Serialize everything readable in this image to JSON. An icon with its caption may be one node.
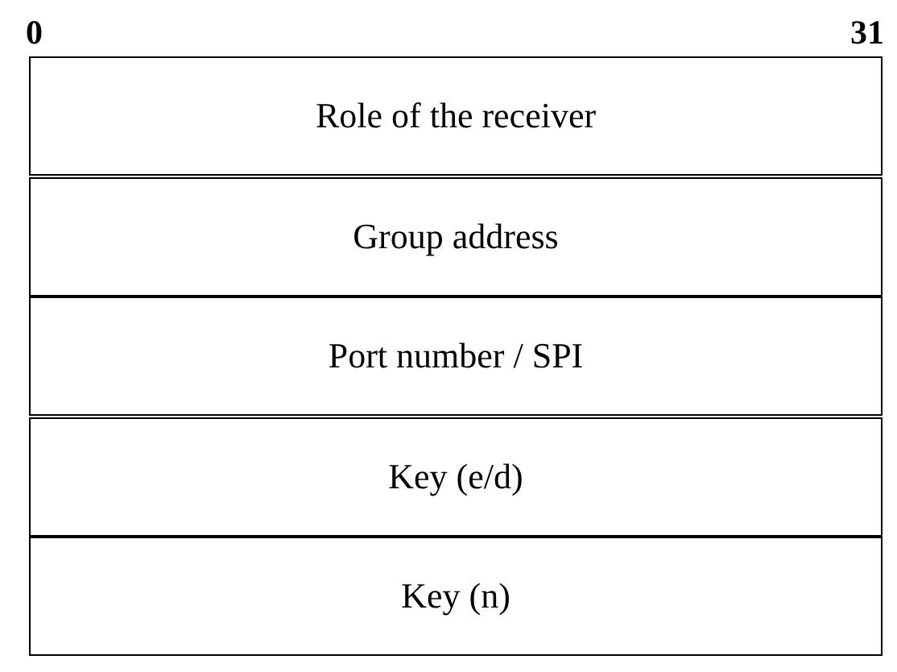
{
  "diagram": {
    "nodes": [
      {
        "text": [
          "Role of the receiver"
        ]
      },
      {
        "text": [
          "Group address"
        ]
      },
      {
        "text": [
          "Port number / SPI"
        ]
      },
      {
        "text": [
          "Key (e/d)"
        ]
      },
      {
        "text": [
          "Key (n)"
        ]
      }
    ],
    "labels": [
      "0",
      "31"
    ]
  }
}
